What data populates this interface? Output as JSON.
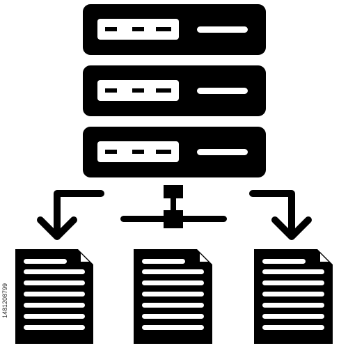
{
  "icon": {
    "name": "server-file-distribution-icon",
    "fill": "#000000",
    "background": "#ffffff",
    "servers": 3,
    "documents": 3
  },
  "watermark": {
    "stock_id": "1481208799"
  }
}
